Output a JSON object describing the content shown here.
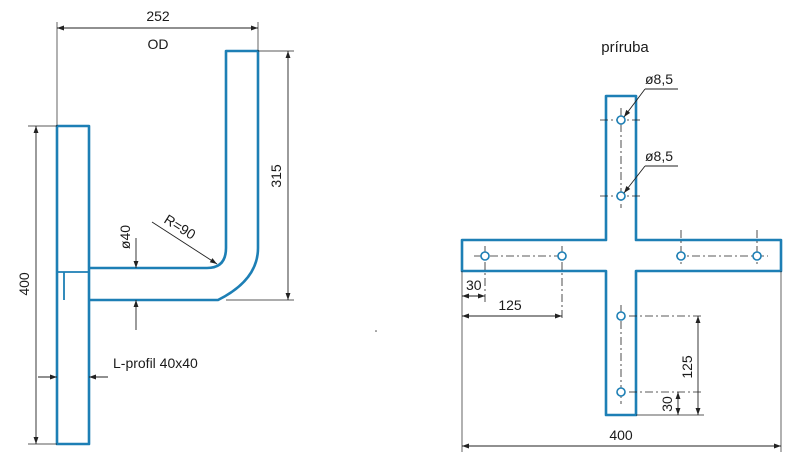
{
  "bracket": {
    "width_value": "252",
    "od_label": "OD",
    "height_value": "400",
    "arm_height_value": "315",
    "tube_diameter_label": "ø40",
    "radius_label": "R=90",
    "profile_label": "L-profil 40x40"
  },
  "flange": {
    "title": "príruba",
    "hole_label_top": "ø8,5",
    "hole_label_second": "ø8,5",
    "edge_offset_h": "30",
    "hole_spacing_h": "125",
    "hole_spacing_v": "125",
    "edge_offset_v": "30",
    "total_width": "400"
  },
  "colors": {
    "part_stroke": "#1d7fb5",
    "dimension": "#222222"
  }
}
